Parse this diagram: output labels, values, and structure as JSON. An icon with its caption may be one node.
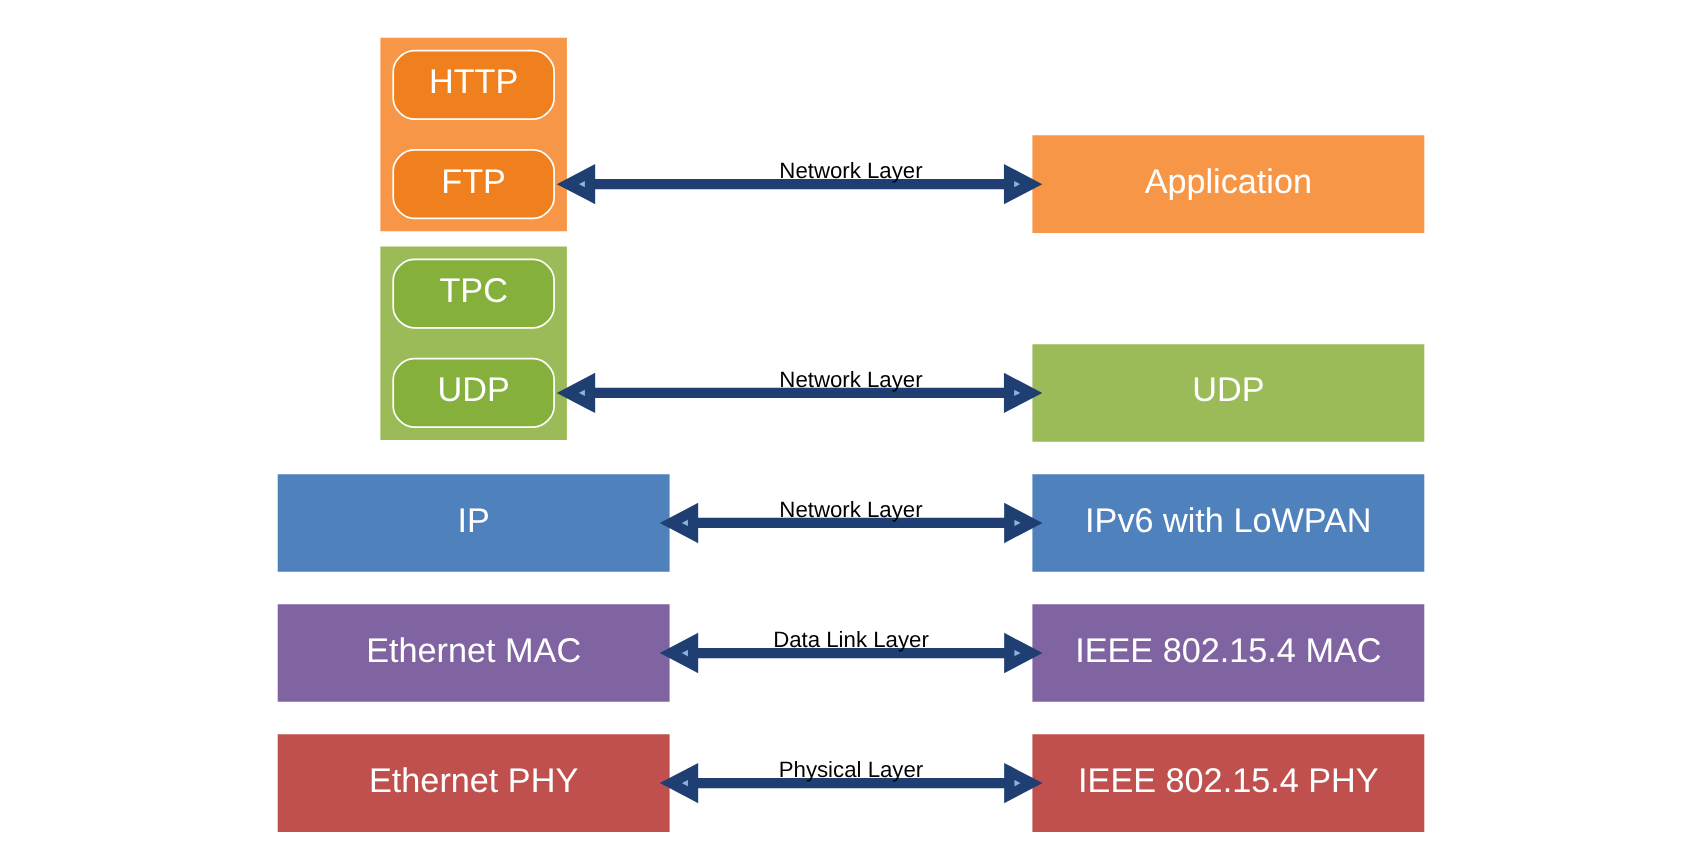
{
  "diagram": {
    "nodes": [
      {
        "text": [],
        "shape": "box"
      },
      {
        "text": [
          "HTTP"
        ],
        "in": 0
      },
      {
        "text": [
          "FTP"
        ],
        "in": 0
      },
      {
        "text": [
          "Application"
        ]
      },
      {
        "text": [],
        "shape": "box"
      },
      {
        "text": [
          "TPC"
        ],
        "in": 4
      },
      {
        "text": [
          "UDP"
        ],
        "in": 4
      },
      {
        "text": [
          "UDP"
        ]
      },
      {
        "text": [
          "IP"
        ]
      },
      {
        "text": [
          "IPv6 with LoWPAN"
        ]
      },
      {
        "text": [
          "Ethernet MAC"
        ]
      },
      {
        "text": [
          "IEEE 802.15.4 MAC"
        ]
      },
      {
        "text": [
          "Ethernet PHY"
        ]
      },
      {
        "text": [
          "IEEE 802.15.4 PHY"
        ]
      }
    ],
    "edges": [
      {
        "from": 0,
        "to": 3,
        "arrow": "both",
        "label": "Network Layer"
      },
      {
        "from": 4,
        "to": 7,
        "arrow": "both",
        "label": "Network Layer"
      },
      {
        "from": 8,
        "to": 9,
        "arrow": "both",
        "label": "Network Layer"
      },
      {
        "from": 10,
        "to": 11,
        "arrow": "both",
        "label": "Data Link Layer"
      },
      {
        "from": 12,
        "to": 13,
        "arrow": "both",
        "label": "Physical Layer"
      }
    ]
  }
}
